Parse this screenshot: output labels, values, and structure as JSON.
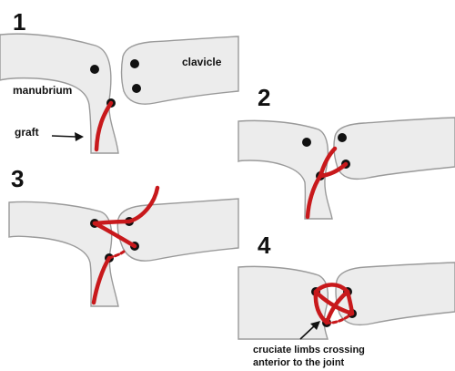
{
  "panels": [
    {
      "number": "1"
    },
    {
      "number": "2"
    },
    {
      "number": "3"
    },
    {
      "number": "4"
    }
  ],
  "labels": {
    "clavicle": "clavicle",
    "manubrium": "manubrium",
    "graft": "graft",
    "note_line1": "cruciate limbs crossing",
    "note_line2": "anterior to the joint"
  },
  "colors": {
    "graft": "#c8191c",
    "bone_fill": "#ececec",
    "bone_outline": "#9a9a9a",
    "drill_hole": "#111111"
  }
}
